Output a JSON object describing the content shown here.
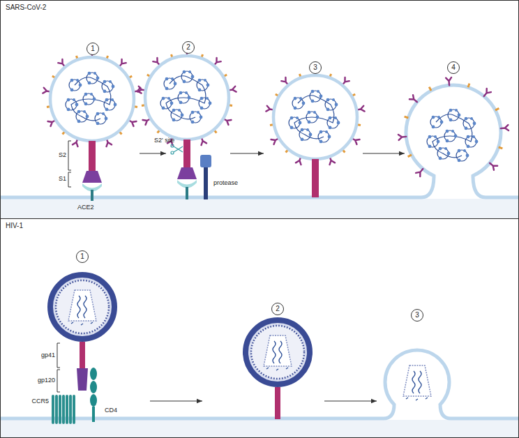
{
  "diagram": {
    "nodes": [
      {
        "text": [
          "SARS-CoV-2"
        ]
      },
      {
        "text": [
          "1"
        ],
        "in": 0
      },
      {
        "text": [
          "2"
        ],
        "in": 0
      },
      {
        "text": [
          "3"
        ],
        "in": 0
      },
      {
        "text": [
          "4"
        ],
        "in": 0
      },
      {
        "text": [
          "HIV-1"
        ]
      },
      {
        "text": [
          "1"
        ],
        "in": 5
      },
      {
        "text": [
          "2"
        ],
        "in": 5
      },
      {
        "text": [
          "3"
        ],
        "in": 5
      }
    ],
    "edges": [
      {
        "from": 1,
        "to": 2,
        "arrow": "to"
      },
      {
        "from": 2,
        "to": 3,
        "arrow": "to"
      },
      {
        "from": 3,
        "to": 4,
        "arrow": "to"
      },
      {
        "from": 6,
        "to": 7,
        "arrow": "to"
      },
      {
        "from": 7,
        "to": 8,
        "arrow": "to"
      }
    ],
    "labels": [
      "S2",
      "S1",
      "ACE2",
      "S2' site",
      "protease",
      "gp41",
      "gp120",
      "CCR5",
      "CD4"
    ]
  }
}
